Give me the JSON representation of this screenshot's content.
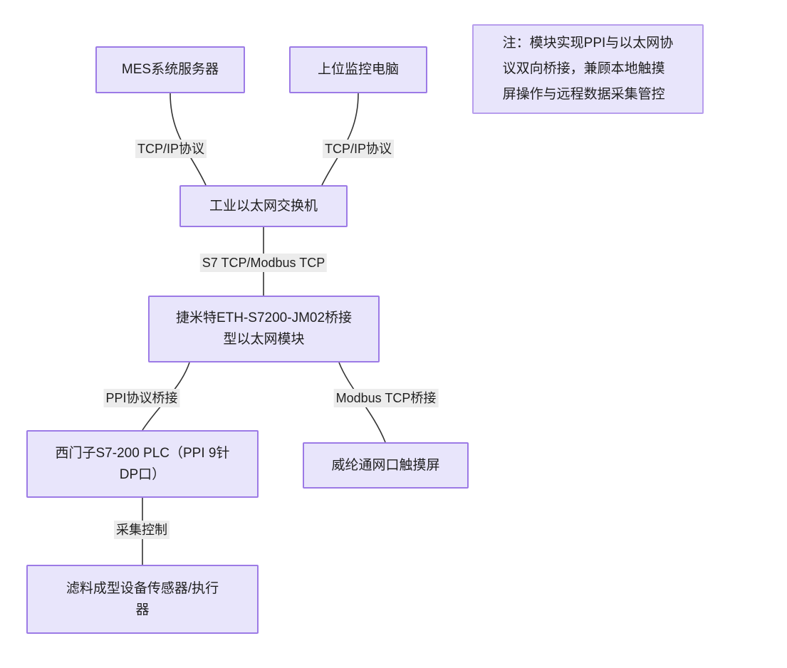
{
  "diagram": {
    "type": "flowchart",
    "title": "",
    "nodes": [
      {
        "id": "mes",
        "label": "MES系统服务器"
      },
      {
        "id": "hmi_pc",
        "label": "上位监控电脑"
      },
      {
        "id": "switch",
        "label": "工业以太网交换机"
      },
      {
        "id": "module",
        "label": "捷米特ETH-S7200-JM02桥接\n型以太网模块"
      },
      {
        "id": "plc",
        "label": "西门子S7-200 PLC（PPI 9针\nDP口）"
      },
      {
        "id": "touch",
        "label": "威纶通网口触摸屏"
      },
      {
        "id": "sensor",
        "label": "滤料成型设备传感器/执行\n器"
      }
    ],
    "edges": [
      {
        "from": "mes",
        "to": "switch",
        "label": "TCP/IP协议"
      },
      {
        "from": "hmi_pc",
        "to": "switch",
        "label": "TCP/IP协议"
      },
      {
        "from": "switch",
        "to": "module",
        "label": "S7 TCP/Modbus TCP"
      },
      {
        "from": "module",
        "to": "plc",
        "label": "PPI协议桥接"
      },
      {
        "from": "module",
        "to": "touch",
        "label": "Modbus TCP桥接"
      },
      {
        "from": "plc",
        "to": "sensor",
        "label": "采集控制"
      }
    ],
    "note": {
      "id": "note",
      "label": "注：模块实现PPI与以太网协\n议双向桥接，兼顾本地触摸\n屏操作与远程数据采集管控"
    },
    "colors": {
      "node_fill": "#e8e5fb",
      "node_border": "#9c7ae6",
      "note_border": "#b79ded",
      "edge_line": "#333333",
      "edge_label_bg": "#ececec",
      "text": "#1f1f1f",
      "background": "#ffffff"
    }
  }
}
